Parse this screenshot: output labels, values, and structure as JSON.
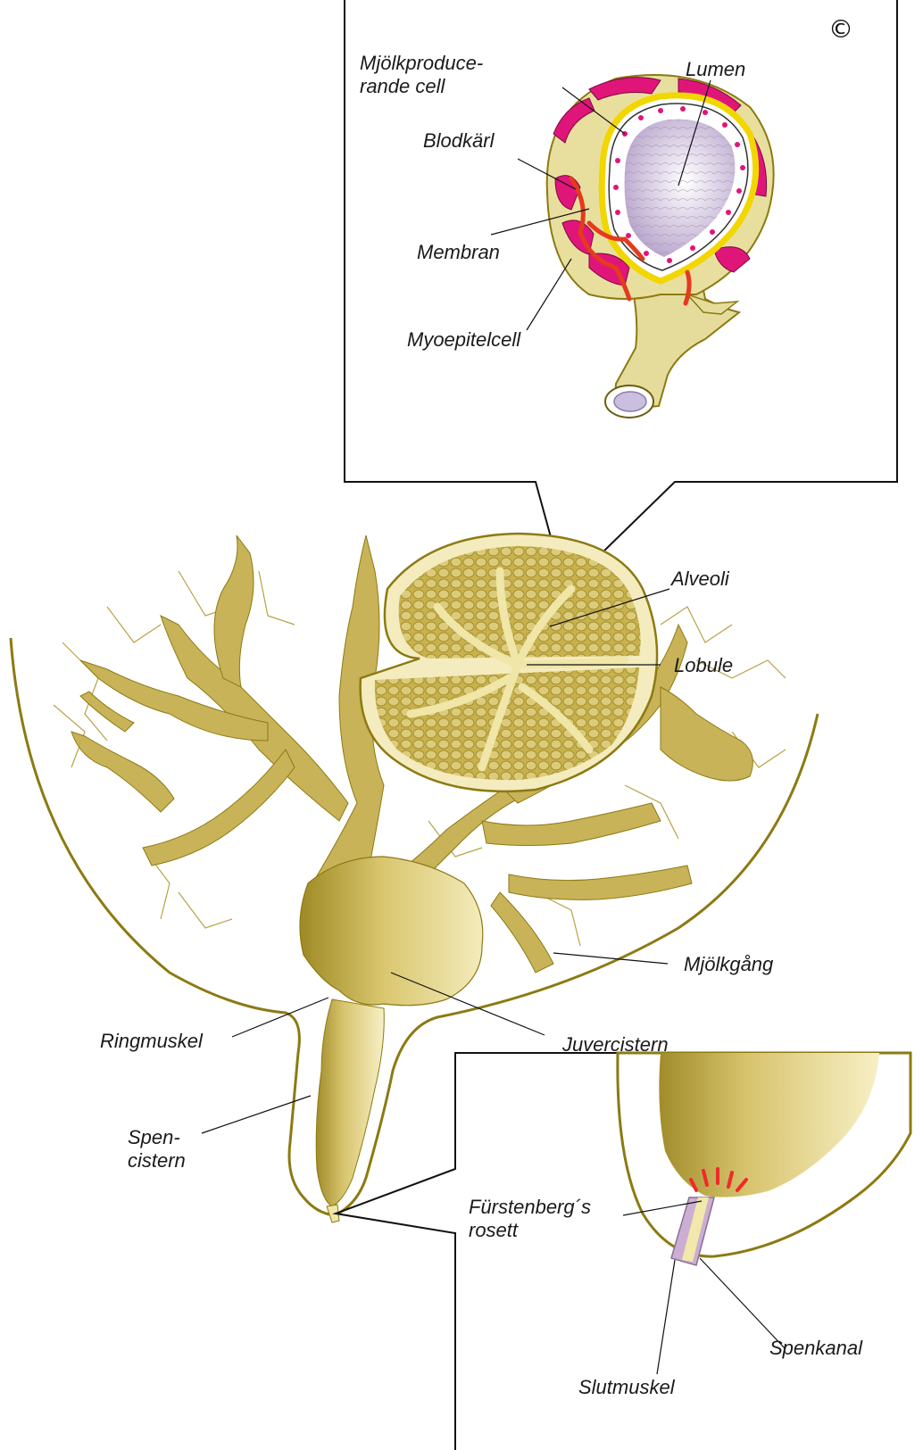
{
  "copyright": "©",
  "labels": {
    "mjolkproducerande_cell": "Mjölkproduce-\nrande cell",
    "lumen": "Lumen",
    "blodkarl": "Blodkärl",
    "membran": "Membran",
    "myoepitelcell": "Myoepitelcell",
    "alveoli": "Alveoli",
    "lobule": "Lobule",
    "mjolkgang": "Mjölkgång",
    "ringmuskel": "Ringmuskel",
    "juvercistern": "Juvercistern",
    "spencistern": "Spen-\ncistern",
    "furstenbergs_rosett": "Fürstenberg´s\nrosett",
    "slutmuskel": "Slutmuskel",
    "spenkanal": "Spenkanal"
  },
  "colors": {
    "tissue": "#cdb85a",
    "tissue_light": "#efe6a8",
    "tissue_dark": "#8a7a1e",
    "outline": "#8c7a12",
    "magenta": "#e0157a",
    "red": "#e53a1e",
    "lumen": "#c8b9d6",
    "membrane": "#f5de1a",
    "teat_canal": "#c9a6cc"
  }
}
